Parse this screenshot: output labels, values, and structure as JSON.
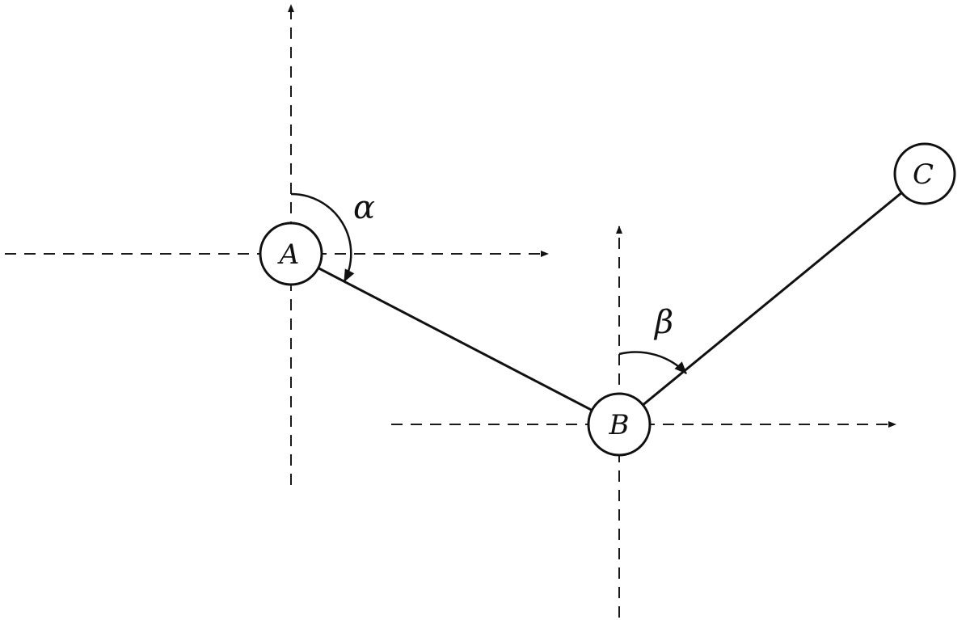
{
  "joints": {
    "a": {
      "label": "A"
    },
    "b": {
      "label": "B"
    },
    "c": {
      "label": "C"
    }
  },
  "angles": {
    "alpha": {
      "label": "α"
    },
    "beta": {
      "label": "β"
    }
  }
}
